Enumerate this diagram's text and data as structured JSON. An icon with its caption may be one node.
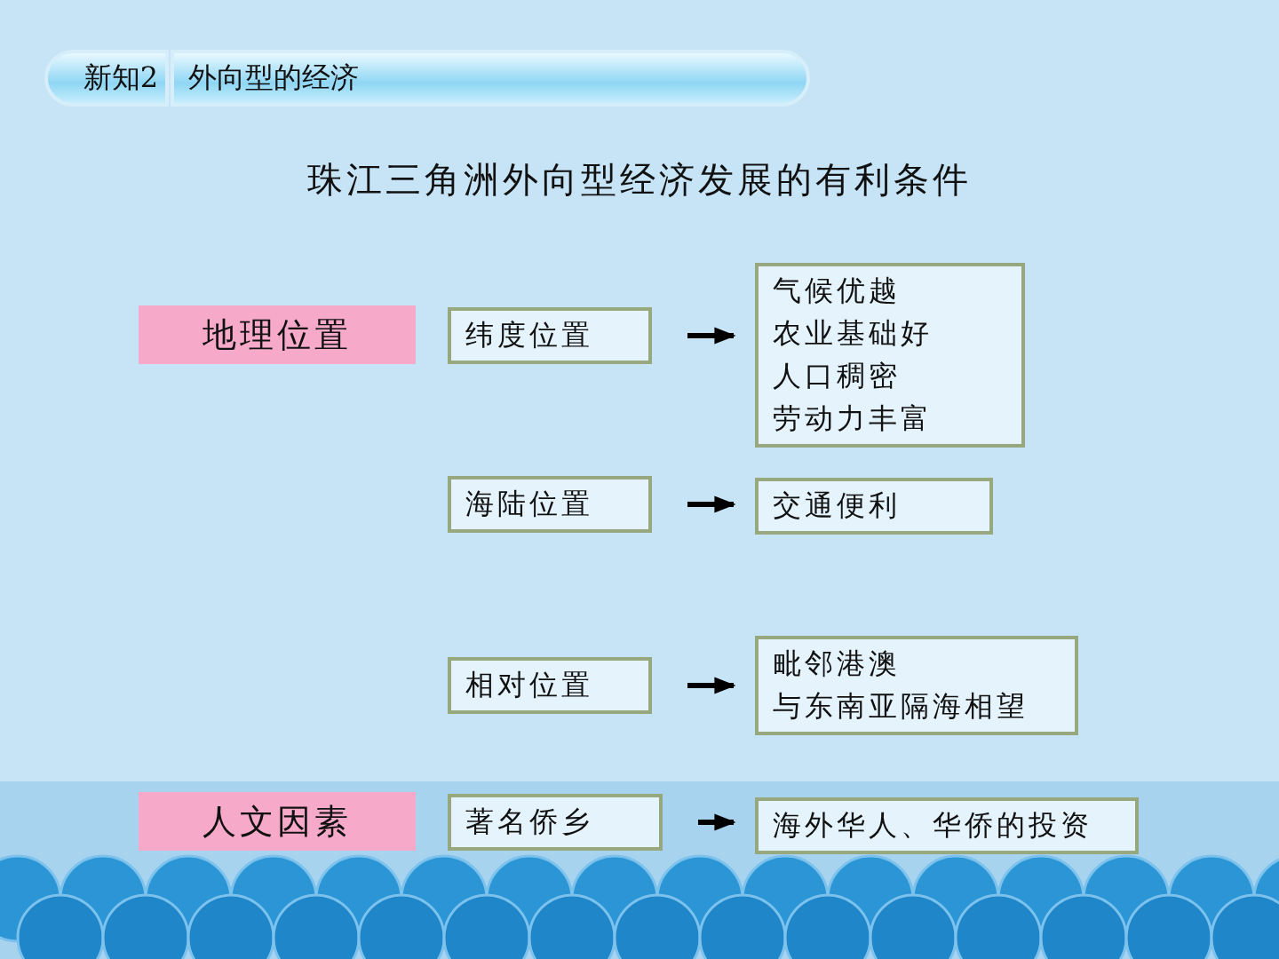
{
  "diagram": {
    "title": "珠江三角洲外向型经济发展的有利条件",
    "nodes": [
      {
        "text": [
          "新知2"
        ]
      },
      {
        "text": [
          "外向型的经济"
        ]
      },
      {
        "text": [
          "地理位置"
        ]
      },
      {
        "text": [
          "纬度位置"
        ]
      },
      {
        "text": [
          "气候优越",
          "农业基础好",
          "人口稠密",
          "劳动力丰富"
        ]
      },
      {
        "text": [
          "海陆位置"
        ]
      },
      {
        "text": [
          "交通便利"
        ]
      },
      {
        "text": [
          "相对位置"
        ]
      },
      {
        "text": [
          "毗邻港澳",
          "与东南亚隔海相望"
        ]
      },
      {
        "text": [
          "人文因素"
        ]
      },
      {
        "text": [
          "著名侨乡"
        ]
      },
      {
        "text": [
          "海外华人、华侨的投资"
        ]
      }
    ],
    "edges": [
      {
        "from": 3,
        "to": 4,
        "arrow": "to"
      },
      {
        "from": 5,
        "to": 6,
        "arrow": "to"
      },
      {
        "from": 7,
        "to": 8,
        "arrow": "to"
      },
      {
        "from": 10,
        "to": 11,
        "arrow": "to"
      }
    ]
  }
}
